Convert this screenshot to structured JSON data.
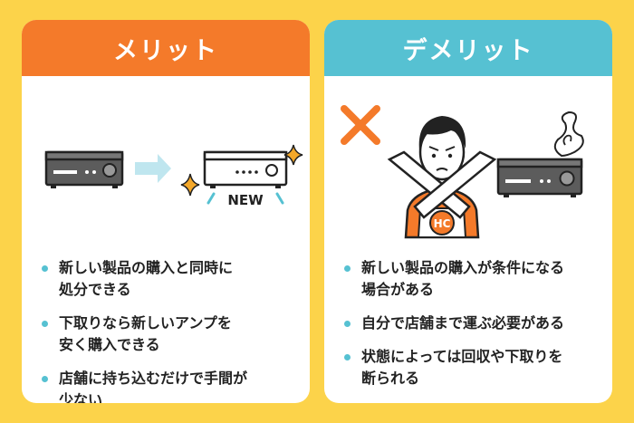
{
  "colors": {
    "background": "#fcd34a",
    "merit_header": "#f47a2a",
    "demerit_header": "#56c1d2",
    "bullet_dot": "#56c1d2"
  },
  "merit": {
    "title": "メリット",
    "new_label": "NEW",
    "items": [
      "新しい製品の購入と同時に\n処分できる",
      "下取りなら新しいアンプを\n安く購入できる",
      "店舗に持ち込むだけで手間が\n少ない"
    ]
  },
  "demerit": {
    "title": "デメリット",
    "person_badge": "HC",
    "items": [
      "新しい製品の購入が条件になる\n場合がある",
      "自分で店舗まで運ぶ必要がある",
      "状態によっては回収や下取りを\n断られる"
    ]
  },
  "icons": {
    "old_amp": "amplifier-icon",
    "arrow": "arrow-right-icon",
    "new_amp": "new-amplifier-icon",
    "sparkle": "sparkle-icon",
    "cross": "cross-mark-icon",
    "person": "person-crossed-arms-icon",
    "broken_amp": "broken-amplifier-icon"
  }
}
